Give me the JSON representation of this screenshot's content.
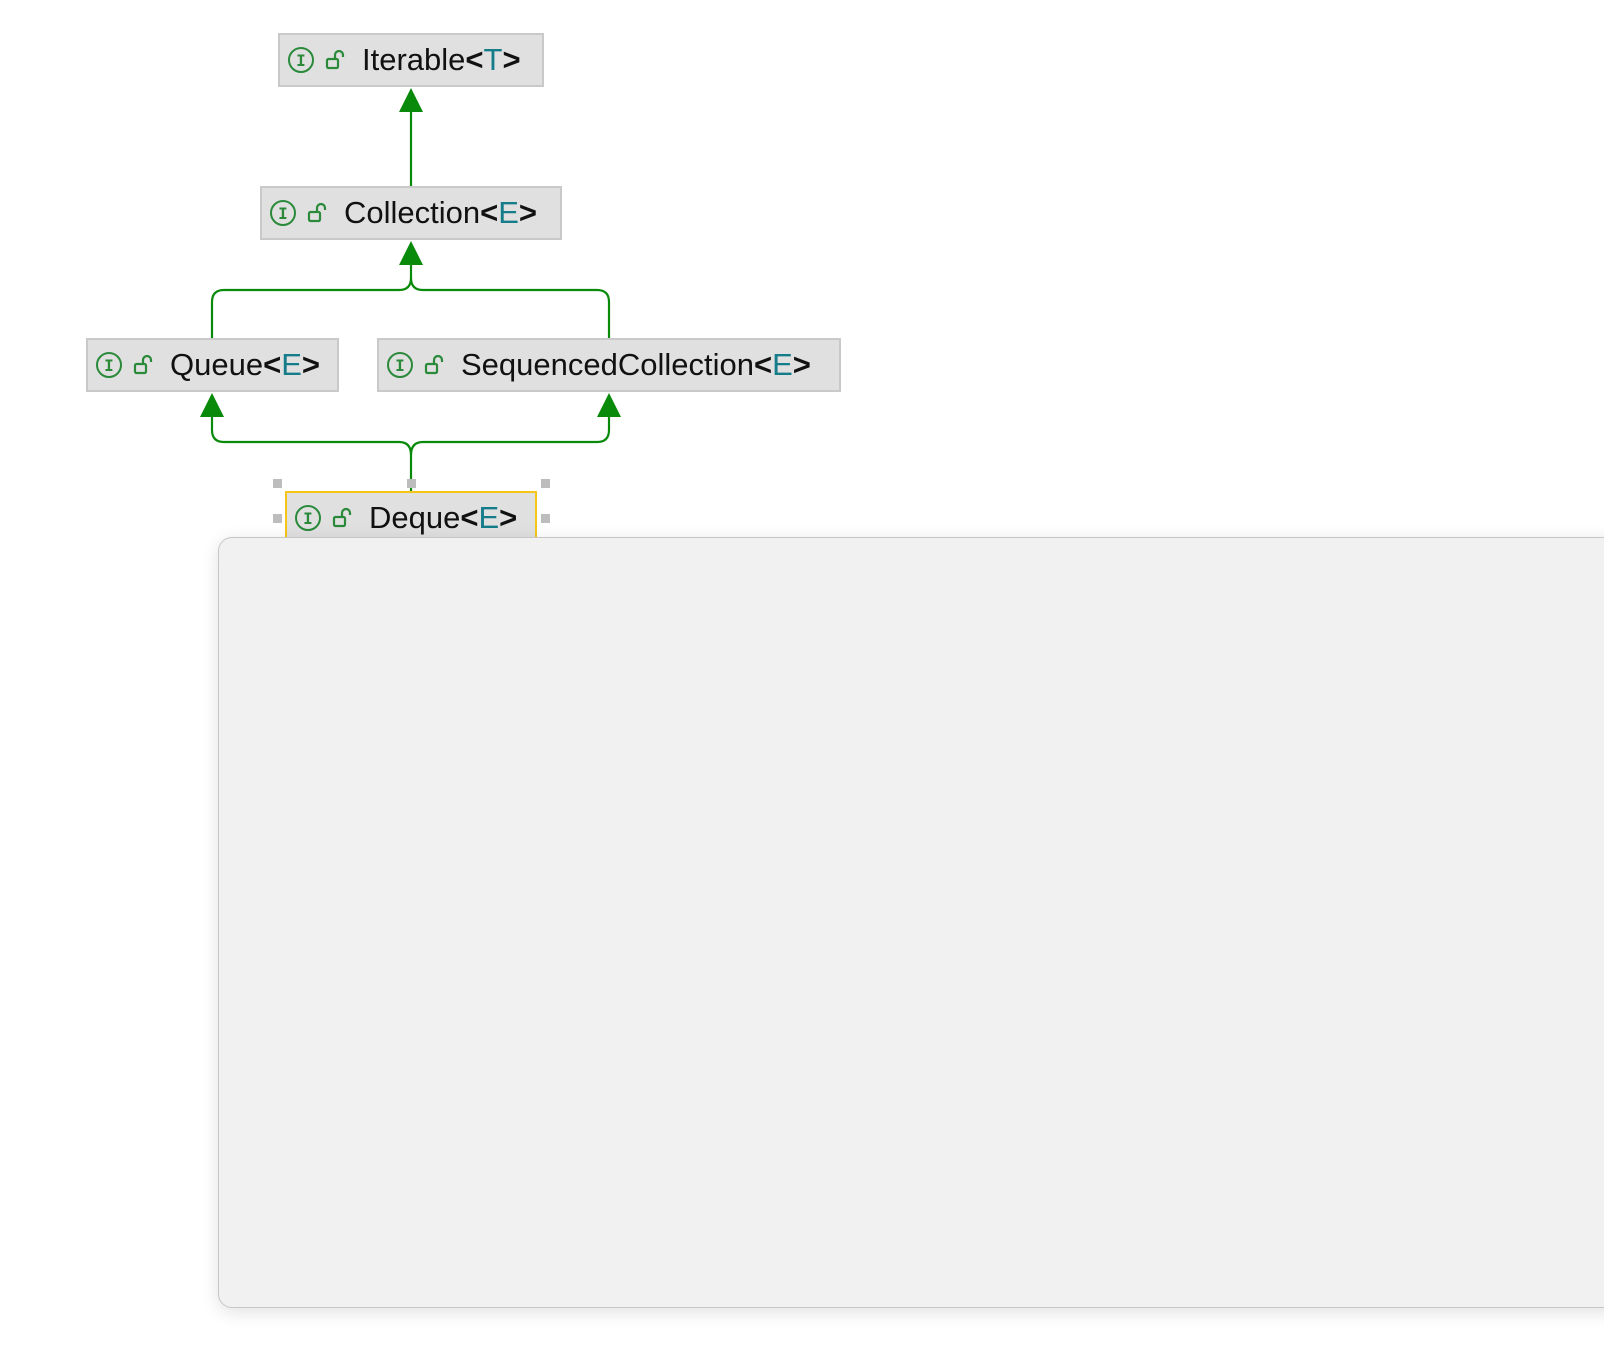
{
  "diagram": {
    "nodes": [
      {
        "id": "iterable",
        "name": "Iterable",
        "type_param": "T",
        "kind": "interface"
      },
      {
        "id": "collection",
        "name": "Collection",
        "type_param": "E",
        "kind": "interface"
      },
      {
        "id": "queue",
        "name": "Queue",
        "type_param": "E",
        "kind": "interface"
      },
      {
        "id": "sequenced",
        "name": "SequencedCollection",
        "type_param": "E",
        "kind": "interface"
      },
      {
        "id": "deque",
        "name": "Deque",
        "type_param": "E",
        "kind": "interface",
        "selected": true
      }
    ],
    "edges": [
      {
        "from": "collection",
        "to": "iterable"
      },
      {
        "from": "queue",
        "to": "collection"
      },
      {
        "from": "sequenced",
        "to": "collection"
      },
      {
        "from": "deque",
        "to": "queue"
      },
      {
        "from": "deque",
        "to": "sequenced"
      }
    ],
    "lt": "<",
    "gt": ">",
    "interface_glyph": "I",
    "colors": {
      "edge": "#0a8a0a",
      "type_param": "#157c8a",
      "selection": "#f5c518"
    }
  }
}
